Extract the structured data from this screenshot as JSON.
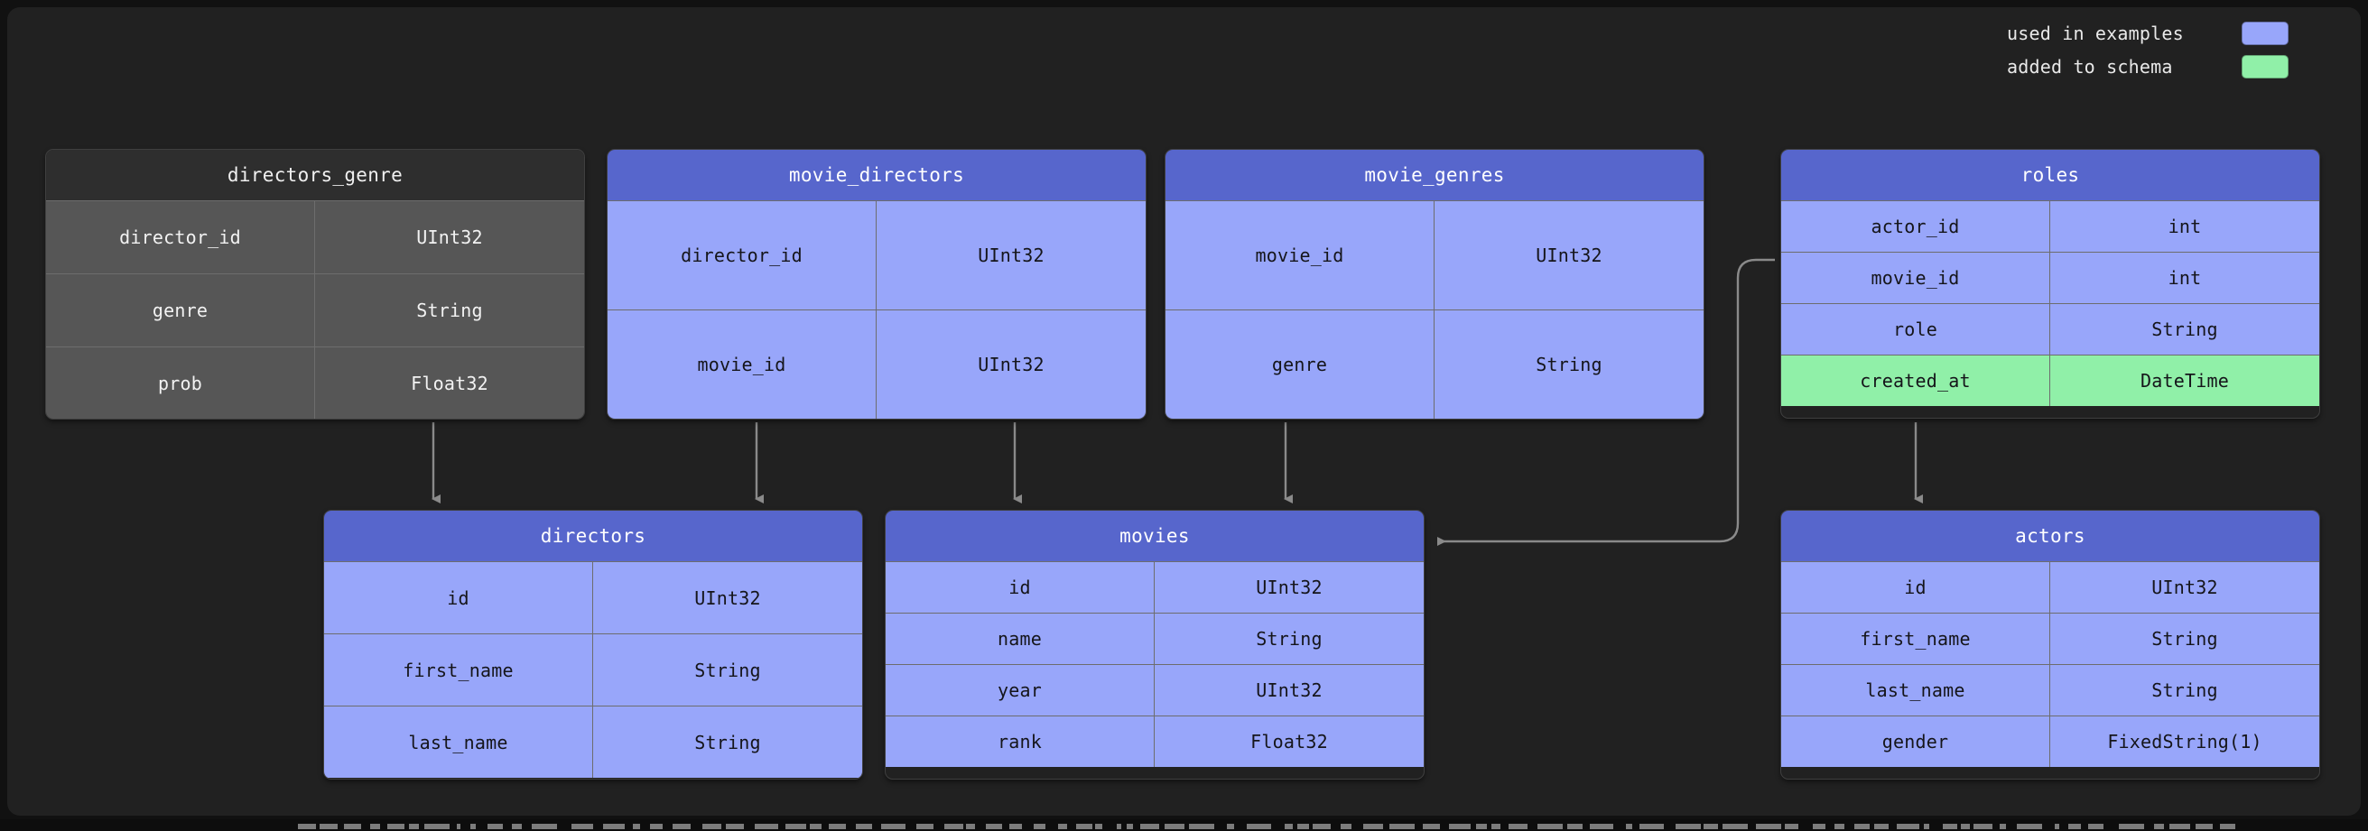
{
  "legend": {
    "items": [
      {
        "label": "used in examples",
        "color": "#98a6fa",
        "swatch_name": "legend-swatch-used-in-examples"
      },
      {
        "label": "added to schema",
        "color": "#90f0a8",
        "swatch_name": "legend-swatch-added-to-schema"
      }
    ]
  },
  "colors": {
    "background": "#111111",
    "panel": "#212121",
    "header_blue": "#5766cc",
    "row_blue": "#98a6fa",
    "row_green": "#90f0a8",
    "header_gray": "#2e2e2e",
    "row_gray": "#565656",
    "border": "#6d6d6d",
    "wire": "#8a8a8a",
    "title_text": "#ffffff",
    "cell_text": "#15151a"
  },
  "tables": [
    {
      "name": "directors_genre",
      "variant": "gray",
      "highlight": "none",
      "columns": [
        {
          "name": "director_id",
          "type": "UInt32",
          "state": "normal"
        },
        {
          "name": "genre",
          "type": "String",
          "state": "normal"
        },
        {
          "name": "prob",
          "type": "Float32",
          "state": "normal"
        }
      ]
    },
    {
      "name": "movie_directors",
      "variant": "blue",
      "highlight": "used-in-examples",
      "columns": [
        {
          "name": "director_id",
          "type": "UInt32",
          "state": "normal"
        },
        {
          "name": "movie_id",
          "type": "UInt32",
          "state": "normal"
        }
      ]
    },
    {
      "name": "movie_genres",
      "variant": "blue",
      "highlight": "used-in-examples",
      "columns": [
        {
          "name": "movie_id",
          "type": "UInt32",
          "state": "normal"
        },
        {
          "name": "genre",
          "type": "String",
          "state": "normal"
        }
      ]
    },
    {
      "name": "roles",
      "variant": "blue",
      "highlight": "used-in-examples",
      "columns": [
        {
          "name": "actor_id",
          "type": "int",
          "state": "normal"
        },
        {
          "name": "movie_id",
          "type": "int",
          "state": "normal"
        },
        {
          "name": "role",
          "type": "String",
          "state": "normal"
        },
        {
          "name": "created_at",
          "type": "DateTime",
          "state": "added-to-schema"
        }
      ]
    },
    {
      "name": "directors",
      "variant": "blue",
      "highlight": "used-in-examples",
      "columns": [
        {
          "name": "id",
          "type": "UInt32",
          "state": "normal"
        },
        {
          "name": "first_name",
          "type": "String",
          "state": "normal"
        },
        {
          "name": "last_name",
          "type": "String",
          "state": "normal"
        }
      ]
    },
    {
      "name": "movies",
      "variant": "blue",
      "highlight": "used-in-examples",
      "columns": [
        {
          "name": "id",
          "type": "UInt32",
          "state": "normal"
        },
        {
          "name": "name",
          "type": "String",
          "state": "normal"
        },
        {
          "name": "year",
          "type": "UInt32",
          "state": "normal"
        },
        {
          "name": "rank",
          "type": "Float32",
          "state": "normal"
        }
      ]
    },
    {
      "name": "actors",
      "variant": "blue",
      "highlight": "used-in-examples",
      "columns": [
        {
          "name": "id",
          "type": "UInt32",
          "state": "normal"
        },
        {
          "name": "first_name",
          "type": "String",
          "state": "normal"
        },
        {
          "name": "last_name",
          "type": "String",
          "state": "normal"
        },
        {
          "name": "gender",
          "type": "FixedString(1)",
          "state": "normal"
        }
      ]
    }
  ],
  "relationships": [
    {
      "from": "directors_genre",
      "to": "directors",
      "style": "straight-down"
    },
    {
      "from": "movie_directors",
      "to": "directors",
      "style": "straight-down"
    },
    {
      "from": "movie_directors",
      "to": "movies",
      "style": "straight-down"
    },
    {
      "from": "movie_genres",
      "to": "movies",
      "style": "straight-down"
    },
    {
      "from": "roles",
      "to": "movies",
      "style": "elbow-left"
    },
    {
      "from": "roles",
      "to": "actors",
      "style": "straight-down"
    }
  ]
}
